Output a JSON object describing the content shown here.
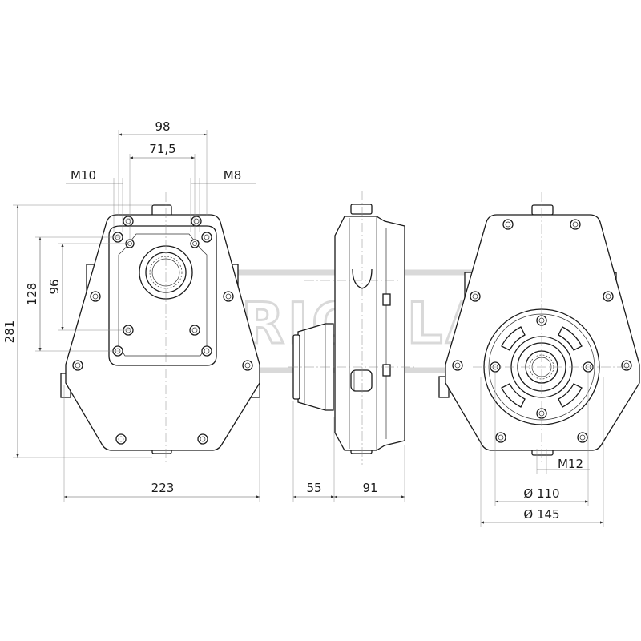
{
  "watermark": {
    "text": "AGRICOLA",
    "color": "#d9d9d9"
  },
  "front_view": {
    "dims": {
      "width_top": "98",
      "width_inner": "71,5",
      "thread_left": "M10",
      "thread_right": "M8",
      "height_total": "281",
      "height_outer": "128",
      "height_inner": "96",
      "width_bottom": "223"
    }
  },
  "side_view": {
    "dims": {
      "shaft_len": "55",
      "body_len": "91"
    }
  },
  "rear_view": {
    "dims": {
      "thread": "M12",
      "dia_inner": "Ø 110",
      "dia_outer": "Ø 145"
    }
  },
  "colors": {
    "line": "#1a1a1a",
    "dimension": "#555555"
  }
}
